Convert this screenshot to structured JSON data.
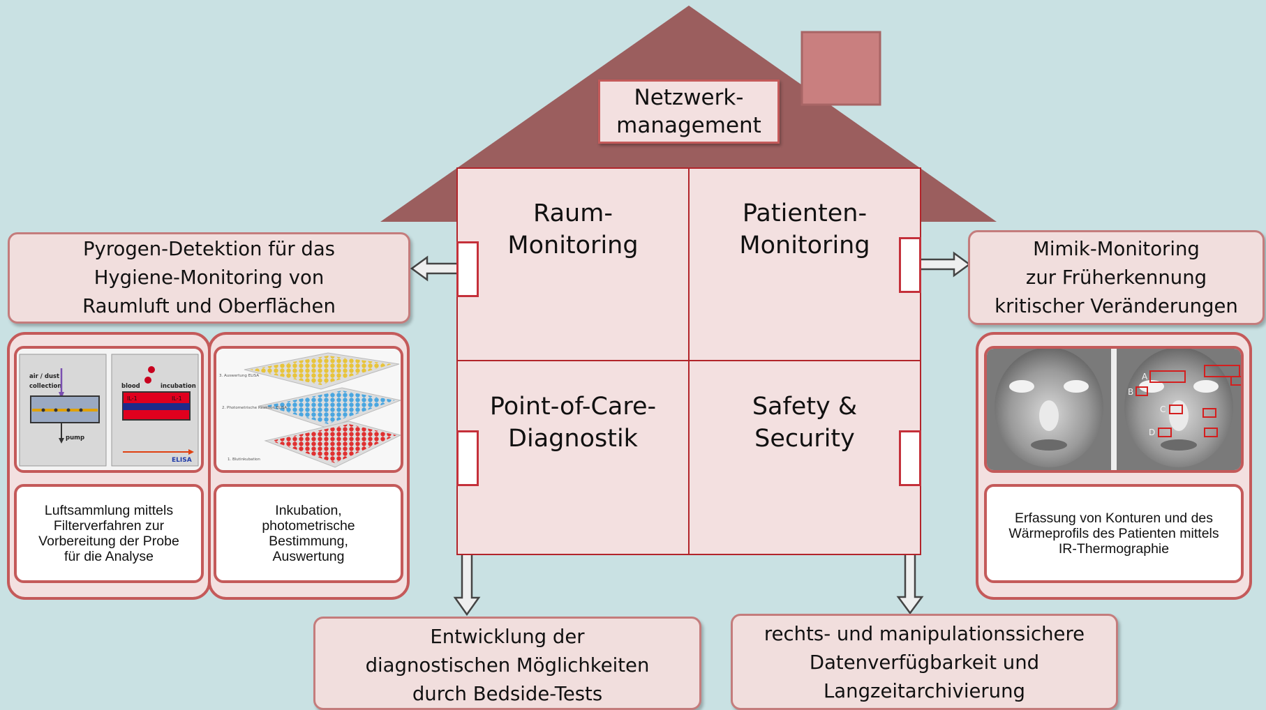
{
  "colors": {
    "background": "#c9e1e3",
    "roof": "#9b5e5e",
    "chimney": "#c97f7f",
    "wall": "#f3e0e0",
    "accent": "#b2242a"
  },
  "house": {
    "roof_label_line1": "Netzwerk-",
    "roof_label_line2": "management",
    "rooms": [
      {
        "line1": "Raum-",
        "line2": "Monitoring"
      },
      {
        "line1": "Patienten-",
        "line2": "Monitoring"
      },
      {
        "line1": "Point-of-Care-",
        "line2": "Diagnostik"
      },
      {
        "line1": "Safety &",
        "line2": "Security"
      }
    ]
  },
  "left": {
    "title_line1": "Pyrogen-Detektion für das",
    "title_line2": "Hygiene-Monitoring von",
    "title_line3": "Raumluft und Oberflächen",
    "schematic": {
      "air_dust": "air / dust",
      "collection": "collection",
      "pump": "pump",
      "blood": "blood",
      "incubation": "incubation",
      "il1": "IL-1",
      "elisa": "ELISA"
    },
    "plates": {
      "step3": "3. Auswertung ELISA",
      "step2": "2. Photometrische Reaktion ELISA",
      "step1": "1. Blutinkubation"
    },
    "caption1": "Luftsammlung mittels Filterverfahren zur Vorbereitung der Probe für die Analyse",
    "caption2": "Inkubation, photometrische Bestimmung, Auswertung"
  },
  "right": {
    "title_line1": "Mimik-Monitoring",
    "title_line2": "zur Früherkennung",
    "title_line3": "kritischer Veränderungen",
    "markers": [
      "A",
      "B",
      "C",
      "D"
    ],
    "caption": "Erfassung von Konturen und des Wärmeprofils des Patienten mittels IR-Thermographie"
  },
  "bottom": {
    "left_line1": "Entwicklung der",
    "left_line2": "diagnostischen Möglichkeiten",
    "left_line3": "durch Bedside-Tests",
    "right_line1": "rechts- und manipulationssichere",
    "right_line2": "Datenverfügbarkeit und",
    "right_line3": "Langzeitarchivierung"
  }
}
